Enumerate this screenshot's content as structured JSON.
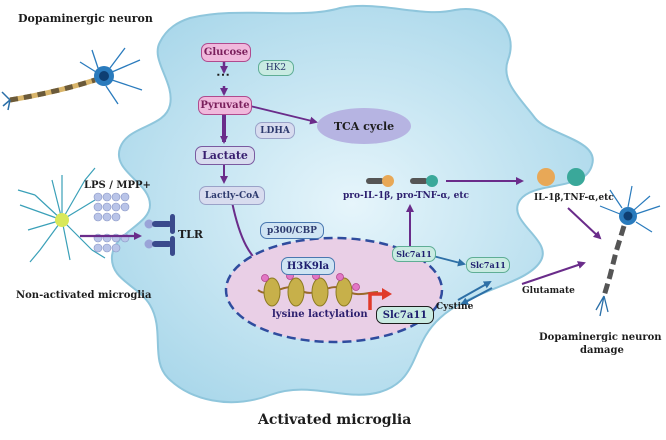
{
  "labels": {
    "dopaminergic_neuron": "Dopaminergic neuron",
    "lps_mpp": "LPS / MPP+",
    "tlr": "TLR",
    "non_activated_microglia": "Non-activated microglia",
    "activated_microglia": "Activated microglia",
    "neuron_damage_line1": "Dopaminergic neuron",
    "neuron_damage_line2": "damage"
  },
  "metabolism": {
    "glucose": "Glucose",
    "hk2": "HK2",
    "ellipsis": "⋯",
    "pyruvate": "Pyruvate",
    "tca_cycle": "TCA cycle",
    "ldha": "LDHA",
    "lactate": "Lactate",
    "lactyl_coa": "Lactly-CoA",
    "p300_cbp": "p300/CBP"
  },
  "nucleus": {
    "h3k9la": "H3K9la",
    "lysine_lactylation": "lysine lactylation",
    "gene": "Slc7a11"
  },
  "cytokines": {
    "inside_label": "pro-IL-1β, pro-TNF-α, etc",
    "outside_label": "IL-1β,TNF-α,etc"
  },
  "transport": {
    "slc7a11_cytoplasm": "Slc7a11",
    "slc7a11_membrane": "Slc7a11",
    "cystine": "Cystine",
    "glutamate": "Glutamate"
  },
  "colors": {
    "cell_fill": "#c6e6f3",
    "cell_border": "#8fc6dc",
    "arrow_purple": "#6a2c8a",
    "nucleus_fill": "#e9cfe6",
    "nucleus_border": "#2f4c9e",
    "glucose_box": "#f0b8dc",
    "enzyme_box": "#d8dcef",
    "tca_ellipse": "#b6b4e2",
    "cytokine_orange": "#e8a857",
    "cytokine_teal": "#3aa89a",
    "slc_box": "#c9ebe2",
    "gene_arrow": "#e03a2a"
  }
}
